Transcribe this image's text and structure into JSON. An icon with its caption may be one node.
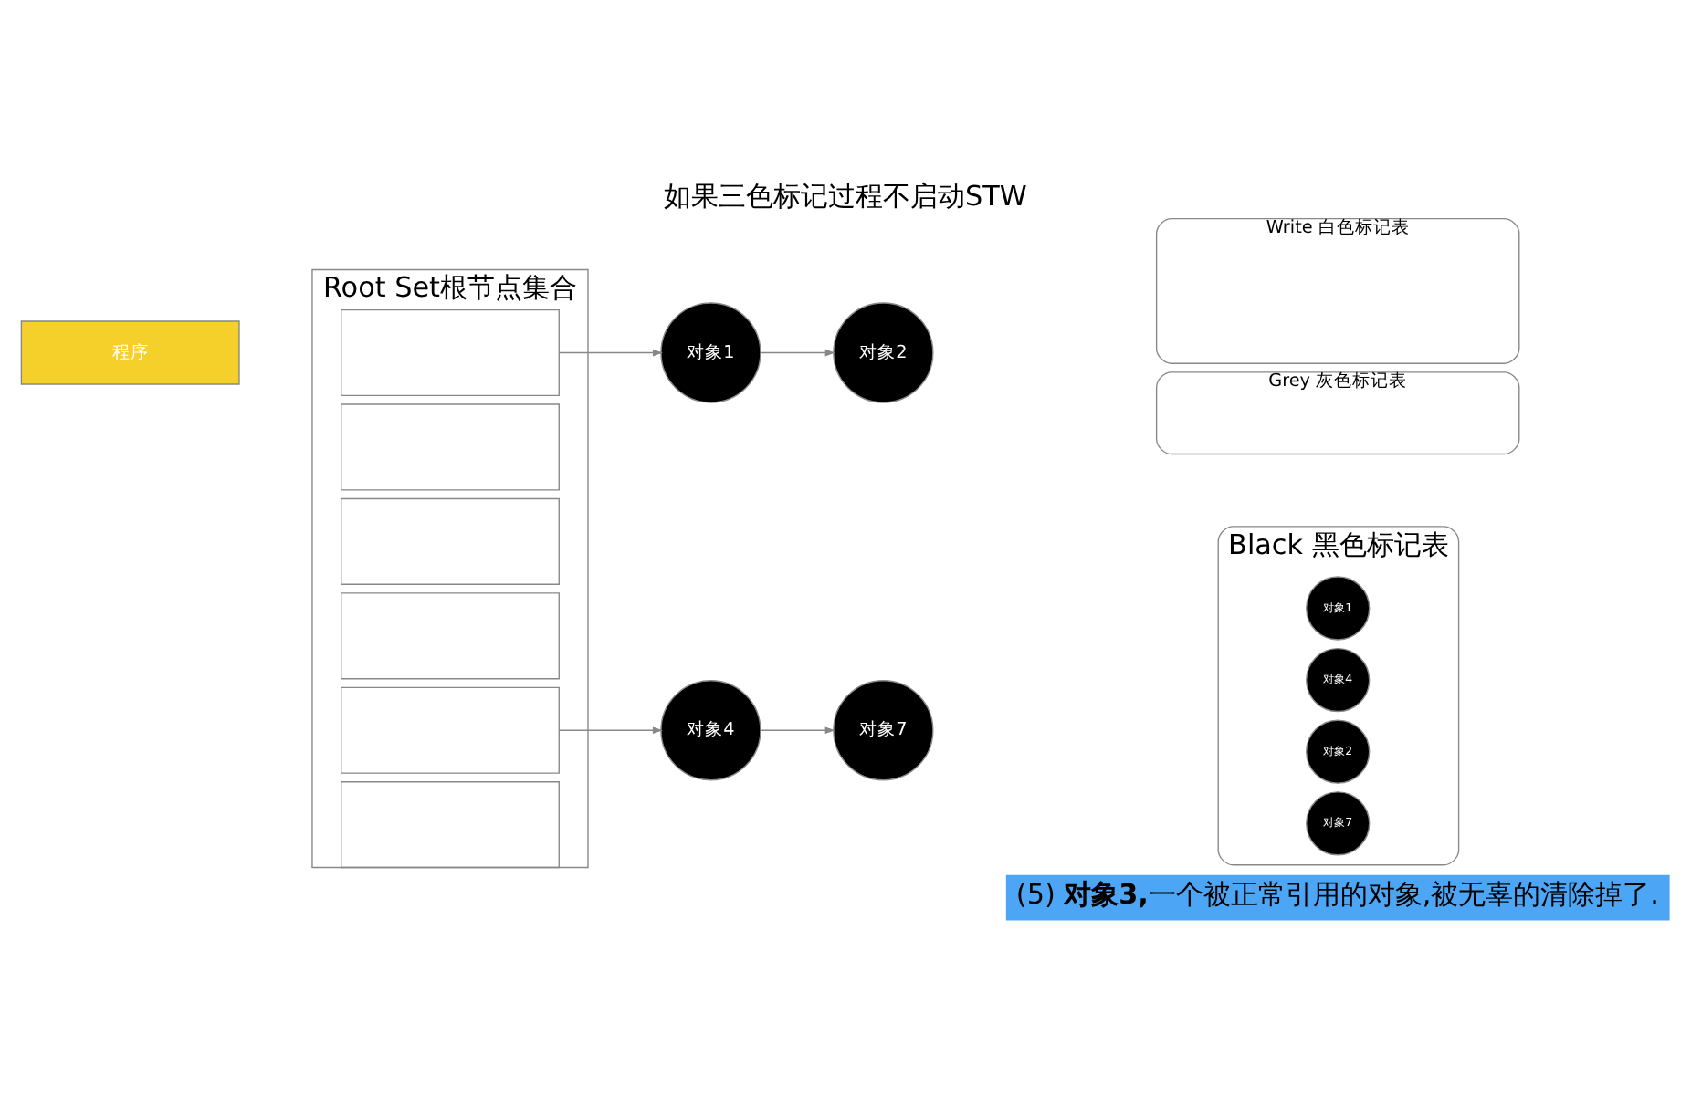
{
  "diagram": {
    "title": "如果三色标记过程不启动STW",
    "caption": "(5) **对象3,**一个被正常引用的对象,被无辜的清除掉了.",
    "nodes": [
      {
        "text": [
          "程序"
        ]
      },
      {
        "text": [
          "Root Set根节点集合"
        ]
      },
      {
        "text": [],
        "shape": "box",
        "in": 1
      },
      {
        "text": [],
        "shape": "box",
        "in": 1
      },
      {
        "text": [],
        "shape": "box",
        "in": 1
      },
      {
        "text": [],
        "shape": "box",
        "in": 1
      },
      {
        "text": [],
        "shape": "box",
        "in": 1
      },
      {
        "text": [],
        "shape": "box",
        "in": 1
      },
      {
        "text": [
          "对象1"
        ]
      },
      {
        "text": [
          "对象2"
        ]
      },
      {
        "text": [
          "对象4"
        ]
      },
      {
        "text": [
          "对象7"
        ]
      },
      {
        "text": [
          "Write 白色标记表"
        ]
      },
      {
        "text": [
          "Grey 灰色标记表"
        ]
      },
      {
        "text": [
          "Black 黑色标记表"
        ]
      },
      {
        "text": [
          "对象1"
        ],
        "in": 14
      },
      {
        "text": [
          "对象4"
        ],
        "in": 14
      },
      {
        "text": [
          "对象2"
        ],
        "in": 14
      },
      {
        "text": [
          "对象7"
        ],
        "in": 14
      }
    ],
    "edges": [
      {
        "from": 2,
        "to": 8,
        "arrow": "to"
      },
      {
        "from": 8,
        "to": 9,
        "arrow": "to"
      },
      {
        "from": 6,
        "to": 10,
        "arrow": "to"
      },
      {
        "from": 10,
        "to": 11,
        "arrow": "to"
      }
    ]
  }
}
